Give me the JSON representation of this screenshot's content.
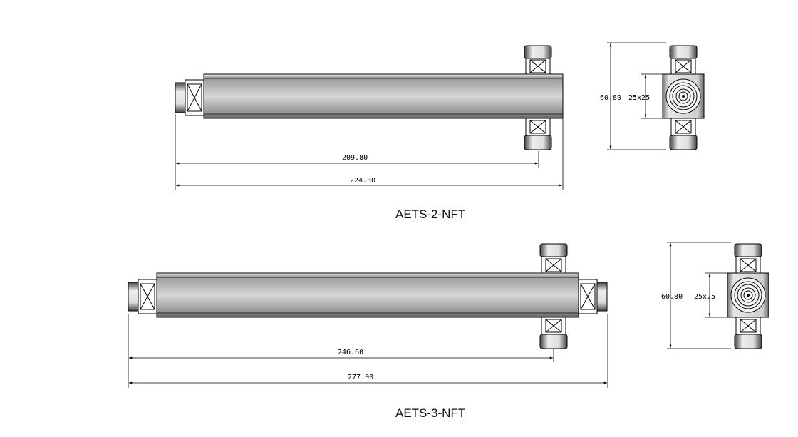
{
  "drawings": [
    {
      "caption": "AETS-2-NFT",
      "dim_inner_length": "209.80",
      "dim_total_length": "224.30",
      "dim_height": "60.80",
      "dim_section": "25x25"
    },
    {
      "caption": "AETS-3-NFT",
      "dim_inner_length": "246.60",
      "dim_total_length": "277.00",
      "dim_height": "60.80",
      "dim_section": "25x25"
    }
  ]
}
